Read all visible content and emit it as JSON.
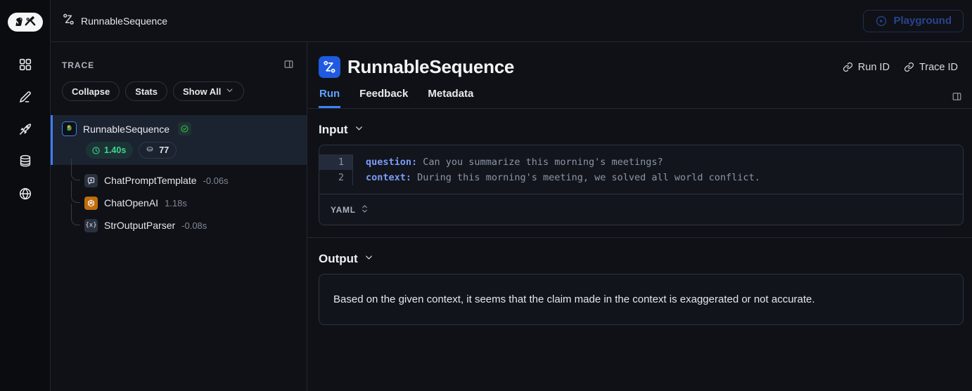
{
  "topbar": {
    "breadcrumb": "RunnableSequence",
    "playground_label": "Playground"
  },
  "sidebar": {
    "icons": [
      "apps-grid-icon",
      "edit-pencil-icon",
      "rocket-icon",
      "database-icon",
      "globe-icon"
    ]
  },
  "trace_panel": {
    "title": "TRACE",
    "controls": {
      "collapse_label": "Collapse",
      "stats_label": "Stats",
      "show_all_label": "Show All"
    },
    "root": {
      "label": "RunnableSequence",
      "duration": "1.40s",
      "tokens": "77",
      "status": "success"
    },
    "children": [
      {
        "label": "ChatPromptTemplate",
        "duration": "-0.06s",
        "icon": "prompt-template-icon"
      },
      {
        "label": "ChatOpenAI",
        "duration": "1.18s",
        "icon": "openai-icon"
      },
      {
        "label": "StrOutputParser",
        "duration": "-0.08s",
        "icon": "output-parser-icon",
        "glyph": "{x}"
      }
    ]
  },
  "main": {
    "title": "RunnableSequence",
    "run_id_label": "Run ID",
    "trace_id_label": "Trace ID",
    "tabs": [
      {
        "label": "Run",
        "active": true
      },
      {
        "label": "Feedback",
        "active": false
      },
      {
        "label": "Metadata",
        "active": false
      }
    ],
    "input": {
      "heading": "Input",
      "format": "YAML",
      "lines": [
        {
          "num": "1",
          "key": "question:",
          "value": " Can you summarize this morning's meetings?"
        },
        {
          "num": "2",
          "key": "context:",
          "value": " During this morning's meeting, we solved all world conflict."
        }
      ]
    },
    "output": {
      "heading": "Output",
      "text": "Based on the given context, it seems that the claim made in the context is exaggerated or not accurate."
    }
  },
  "colors": {
    "accent_blue": "#3b82f6",
    "tab_active_blue": "#5ea1ff",
    "success_green": "#3fb950",
    "duration_green": "#3fd68f",
    "openai_orange": "#bf6d0d",
    "yaml_key_blue": "#7b9bf8",
    "panel_bg": "#101116",
    "selected_row_bg": "#1b2230"
  }
}
